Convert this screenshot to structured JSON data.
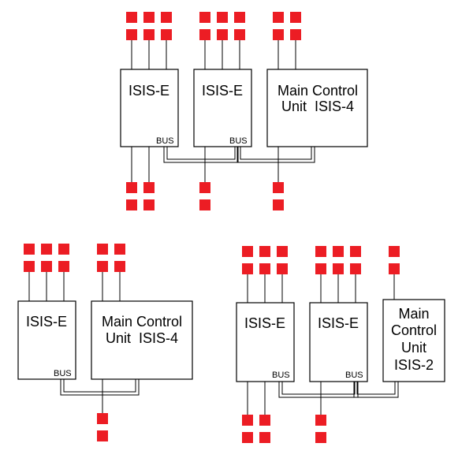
{
  "labels": {
    "extension": "ISIS-E",
    "bus": "BUS",
    "main_line1": "Main Control",
    "main_line2": "Unit  ISIS-4",
    "main2_line1": "Main",
    "main2_line2": "Control",
    "main2_line3": "Unit",
    "main2_line4": "ISIS-2"
  },
  "colors": {
    "node": "#ec1d24",
    "line": "#000000",
    "box_fill": "#ffffff"
  }
}
